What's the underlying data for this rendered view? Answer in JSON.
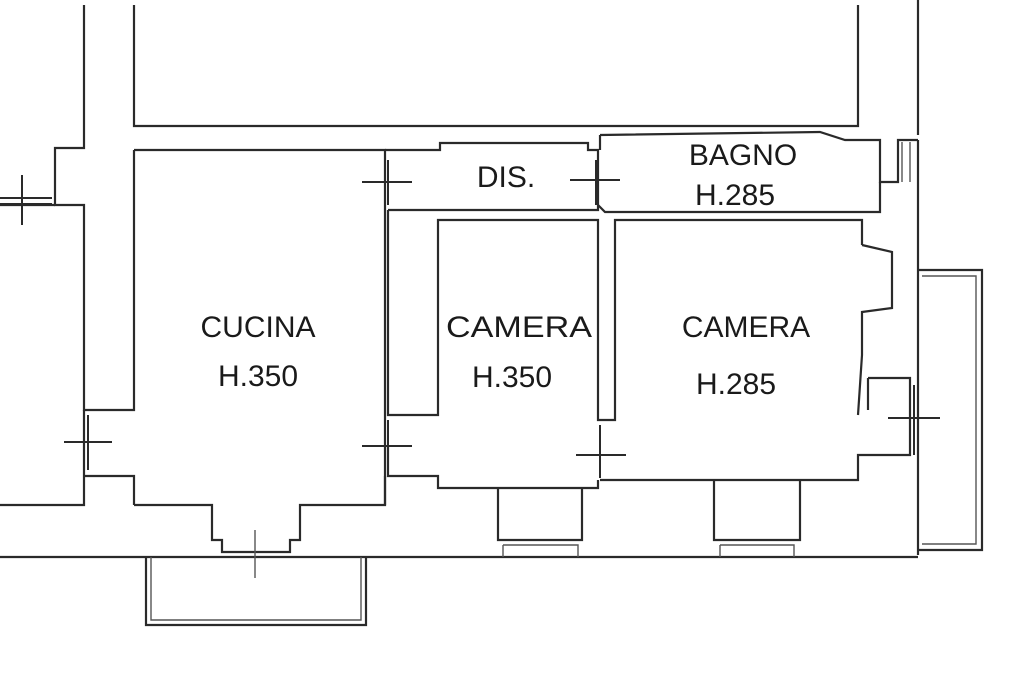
{
  "rooms": {
    "cucina": {
      "name": "CUCINA",
      "height": "H.350"
    },
    "dis": {
      "name": "DIS."
    },
    "bagno": {
      "name": "BAGNO",
      "height": "H.285"
    },
    "camera1": {
      "name": "CAMERA",
      "height": "H.350"
    },
    "camera2": {
      "name": "CAMERA",
      "height": "H.285"
    }
  }
}
